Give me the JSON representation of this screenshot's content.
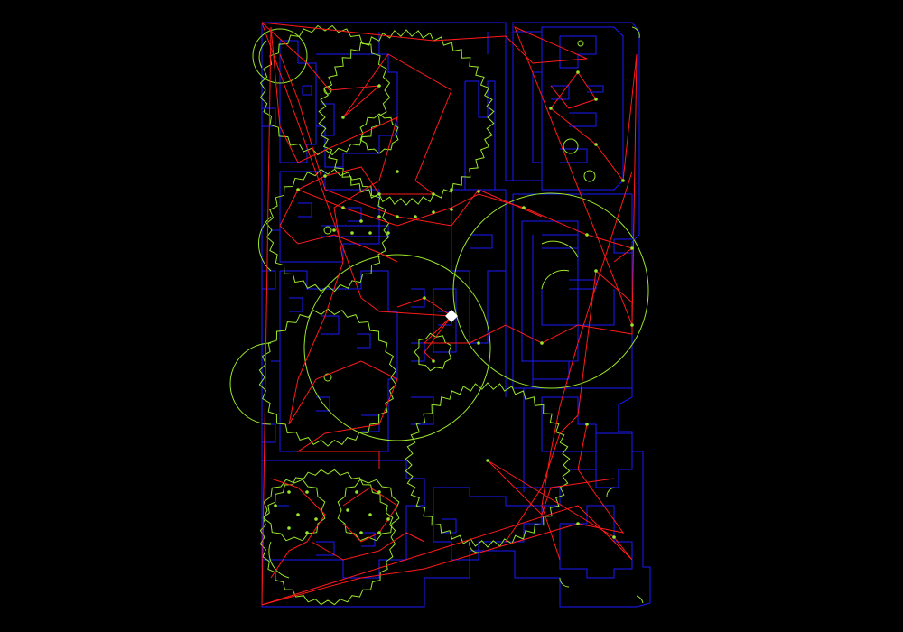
{
  "view": {
    "background": "#000000"
  },
  "colors": {
    "outline": "#1a1aff",
    "gear": "#9ae62b",
    "travel": "#ff1a1a",
    "point": "#9ae62b",
    "tool_head": "#ffffff"
  },
  "layers": [
    {
      "name": "outline",
      "color": "#1a1aff"
    },
    {
      "name": "gears",
      "color": "#9ae62b"
    },
    {
      "name": "travel",
      "color": "#ff1a1a"
    }
  ],
  "tool_head": {
    "shape": "diamond",
    "icon": "tool-head-icon"
  }
}
